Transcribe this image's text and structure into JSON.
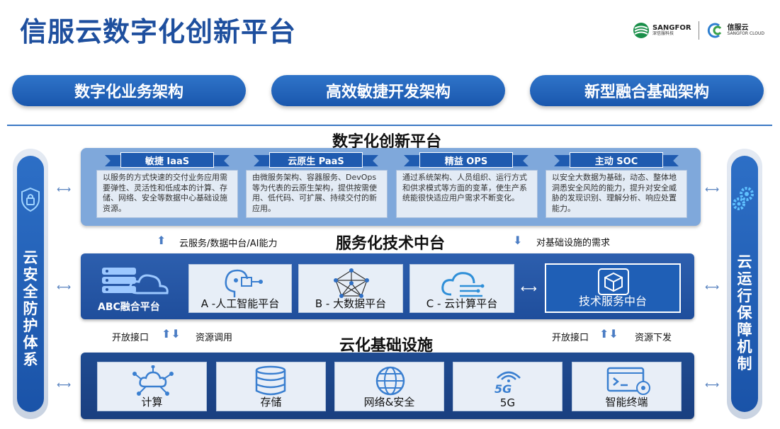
{
  "title": "信服云数字化创新平台",
  "logos": {
    "sangfor_name": "SANGFOR",
    "sangfor_sub": "深信服科技",
    "cloud_name": "信服云",
    "cloud_sub": "SANGFOR CLOUD"
  },
  "pillars": [
    "数字化业务架构",
    "高效敏捷开发架构",
    "新型融合基础架构"
  ],
  "sections": {
    "innovation": "数字化创新平台",
    "service": "服务化技术中台",
    "infra": "云化基础设施"
  },
  "left_side": "云安全防护体系",
  "right_side": "云运行保障机制",
  "top_cards": [
    {
      "title": "敏捷 IaaS",
      "text": "以服务的方式快速的交付业务应用需要弹性、灵活性和低成本的计算、存储、网络、安全等数据中心基础设施资源。"
    },
    {
      "title": "云原生 PaaS",
      "text": "由微服务架构、容器服务、DevOps等为代表的云原生架构，提供按需使用、低代码、可扩展、持续交付的新应用。"
    },
    {
      "title": "精益 OPS",
      "text": "通过系统架构、人员组织、运行方式和供求模式等方面的变革，使生产系统能很快适应用户需求不断变化。"
    },
    {
      "title": "主动 SOC",
      "text": "以安全大数据为基础，动态、整体地洞悉安全风险的能力，提升对安全威胁的发现识别、理解分析、响应处置能力。"
    }
  ],
  "flow_labels": {
    "up_left": "云服务/数据中台/AI能力",
    "down_right": "对基础设施的需求",
    "open_left": "开放接口",
    "res_left": "资源调用",
    "open_right": "开放接口",
    "res_right": "资源下发"
  },
  "middle": {
    "abc": "ABC融合平台",
    "cards": [
      "A -人工智能平台",
      "B - 大数据平台",
      "C - 云计算平台"
    ],
    "tech": "技术服务中台"
  },
  "bottom_cards": [
    "计算",
    "存储",
    "网络&安全",
    "5G",
    "智能终端"
  ],
  "icons": {
    "five_g_text": "5G"
  },
  "colors": {
    "brand_blue": "#1e4f9e",
    "panel_blue": "#7fa8db",
    "dark_blue": "#1f4e9c"
  }
}
